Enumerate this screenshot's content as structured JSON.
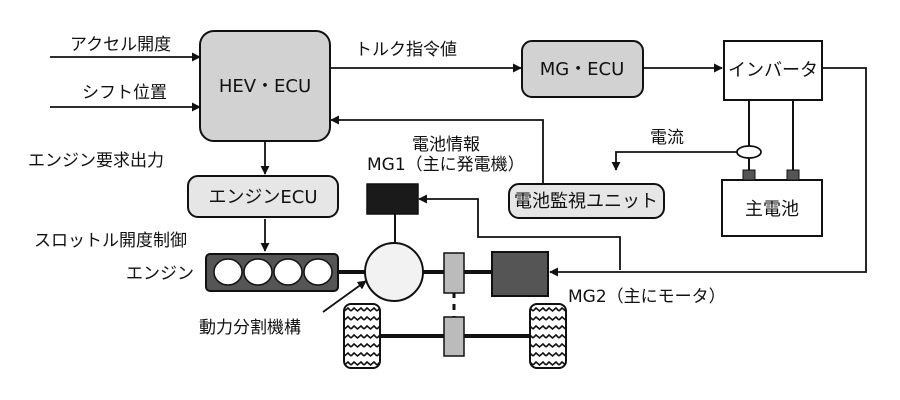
{
  "labels": {
    "accel": "アクセル開度",
    "shift": "シフト位置",
    "torque_cmd": "トルク指令値",
    "engine_req": "エンジン要求出力",
    "battery_info": "電池情報",
    "mg1": "MG1（主に発電機）",
    "current": "電流",
    "throttle": "スロットル開度制御",
    "engine": "エンジン",
    "mg2": "MG2（主にモータ）",
    "power_split": "動力分割機構"
  },
  "boxes": {
    "hev_ecu": "HEV・ECU",
    "mg_ecu": "MG・ECU",
    "inverter": "インバータ",
    "battery_monitor": "電池監視ユニット",
    "main_battery": "主電池",
    "engine_ecu": "エンジンECU"
  },
  "colors": {
    "ecu_fill": "#d2d2d2",
    "light_fill": "#e6e6e6",
    "dark_fill": "#555555",
    "black_fill": "#1a1a1a",
    "line": "#111111"
  }
}
